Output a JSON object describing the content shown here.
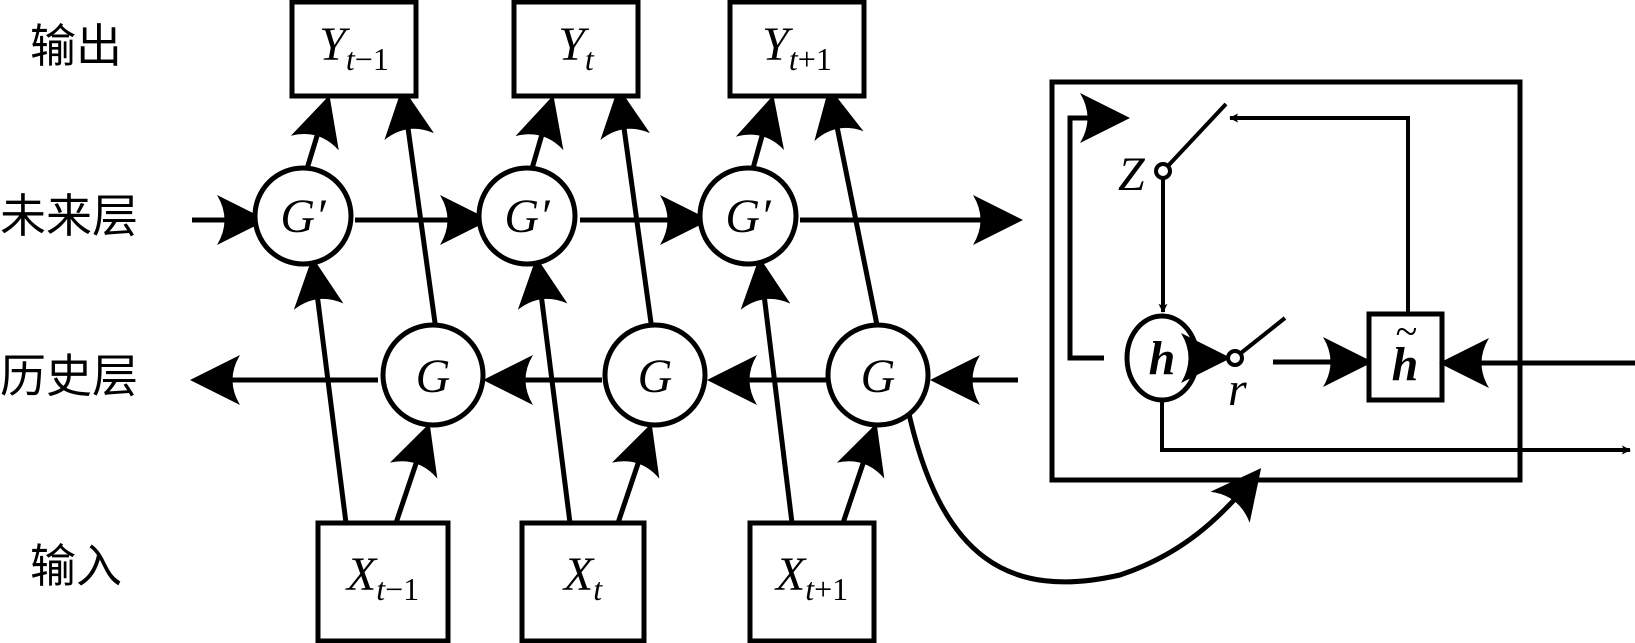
{
  "row_labels": {
    "output": "输出",
    "future_layer": "未来层",
    "history_layer": "历史层",
    "input": "输入"
  },
  "outputs": [
    {
      "main": "Y",
      "sub_var": "t",
      "sub_rest": "−1"
    },
    {
      "main": "Y",
      "sub_var": "t",
      "sub_rest": ""
    },
    {
      "main": "Y",
      "sub_var": "t",
      "sub_rest": "+1"
    }
  ],
  "inputs": [
    {
      "main": "X",
      "sub_var": "t",
      "sub_rest": "−1"
    },
    {
      "main": "X",
      "sub_var": "t",
      "sub_rest": ""
    },
    {
      "main": "X",
      "sub_var": "t",
      "sub_rest": "+1"
    }
  ],
  "future_nodes": [
    "G′",
    "G′",
    "G′"
  ],
  "history_nodes": [
    "G",
    "G",
    "G"
  ],
  "gru_cell": {
    "update_gate": "Z",
    "reset_gate": "r",
    "hidden_state": "h",
    "candidate_state": "h",
    "candidate_tilde": "~"
  }
}
